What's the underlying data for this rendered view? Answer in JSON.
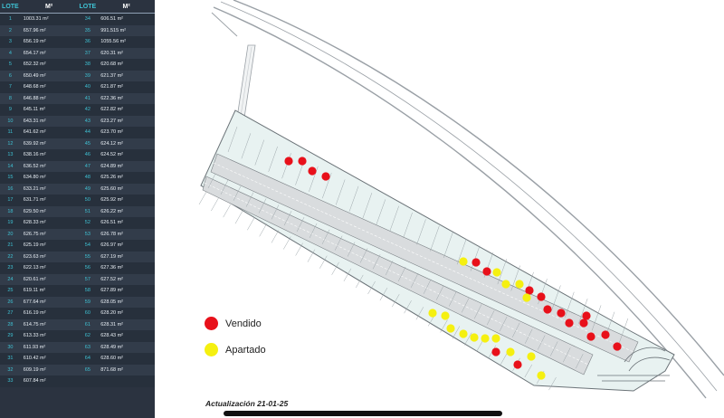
{
  "table": {
    "headers": {
      "lote_left": "LOTE",
      "m2_left": "M²",
      "lote_right": "LOTE",
      "m2_right": "M²"
    },
    "left": [
      [
        "1",
        "1003.31 m²"
      ],
      [
        "2",
        "657.96 m²"
      ],
      [
        "3",
        "656.19 m²"
      ],
      [
        "4",
        "654.17 m²"
      ],
      [
        "5",
        "652.32 m²"
      ],
      [
        "6",
        "650.49 m²"
      ],
      [
        "7",
        "648.68 m²"
      ],
      [
        "8",
        "646.88 m²"
      ],
      [
        "9",
        "645.11 m²"
      ],
      [
        "10",
        "643.31 m²"
      ],
      [
        "11",
        "641.62 m²"
      ],
      [
        "12",
        "639.92 m²"
      ],
      [
        "13",
        "638.16 m²"
      ],
      [
        "14",
        "636.52 m²"
      ],
      [
        "15",
        "634.80 m²"
      ],
      [
        "16",
        "633.21 m²"
      ],
      [
        "17",
        "631.71 m²"
      ],
      [
        "18",
        "629.50 m²"
      ],
      [
        "19",
        "628.33 m²"
      ],
      [
        "20",
        "626.75 m²"
      ],
      [
        "21",
        "625.19 m²"
      ],
      [
        "22",
        "623.63 m²"
      ],
      [
        "23",
        "622.13 m²"
      ],
      [
        "24",
        "620.61 m²"
      ],
      [
        "25",
        "619.11 m²"
      ],
      [
        "26",
        "677.64 m²"
      ],
      [
        "27",
        "616.19 m²"
      ],
      [
        "28",
        "614.75 m²"
      ],
      [
        "29",
        "613.33 m²"
      ],
      [
        "30",
        "611.93 m²"
      ],
      [
        "31",
        "610.42 m²"
      ],
      [
        "32",
        "609.19 m²"
      ],
      [
        "33",
        "607.84 m²"
      ]
    ],
    "right": [
      [
        "34",
        "606.51 m²"
      ],
      [
        "35",
        "991.515 m²"
      ],
      [
        "36",
        "1055.56 m²"
      ],
      [
        "37",
        "620.31 m²"
      ],
      [
        "38",
        "620.68 m²"
      ],
      [
        "39",
        "621.37 m²"
      ],
      [
        "40",
        "621.87 m²"
      ],
      [
        "41",
        "622.36 m²"
      ],
      [
        "42",
        "622.82 m²"
      ],
      [
        "43",
        "623.27 m²"
      ],
      [
        "44",
        "623.70 m²"
      ],
      [
        "45",
        "624.12 m²"
      ],
      [
        "46",
        "624.52 m²"
      ],
      [
        "47",
        "624.89 m²"
      ],
      [
        "48",
        "625.26 m²"
      ],
      [
        "49",
        "625.60 m²"
      ],
      [
        "50",
        "625.92 m²"
      ],
      [
        "51",
        "626.22 m²"
      ],
      [
        "52",
        "626.51 m²"
      ],
      [
        "53",
        "626.78 m²"
      ],
      [
        "54",
        "626.97 m²"
      ],
      [
        "55",
        "627.19 m²"
      ],
      [
        "56",
        "627.36 m²"
      ],
      [
        "57",
        "627.52 m²"
      ],
      [
        "58",
        "627.89 m²"
      ],
      [
        "59",
        "628.05 m²"
      ],
      [
        "60",
        "628.20 m²"
      ],
      [
        "61",
        "628.31 m²"
      ],
      [
        "62",
        "628.43 m²"
      ],
      [
        "63",
        "628.49 m²"
      ],
      [
        "64",
        "628.60 m²"
      ],
      [
        "65",
        "871.68 m²"
      ]
    ]
  },
  "legend": {
    "sold": {
      "label": "Vendido",
      "color": "#e8101a"
    },
    "reserved": {
      "label": "Apartado",
      "color": "#f5f010"
    }
  },
  "footer": {
    "update_note": "Actualización 21-01-25"
  }
}
